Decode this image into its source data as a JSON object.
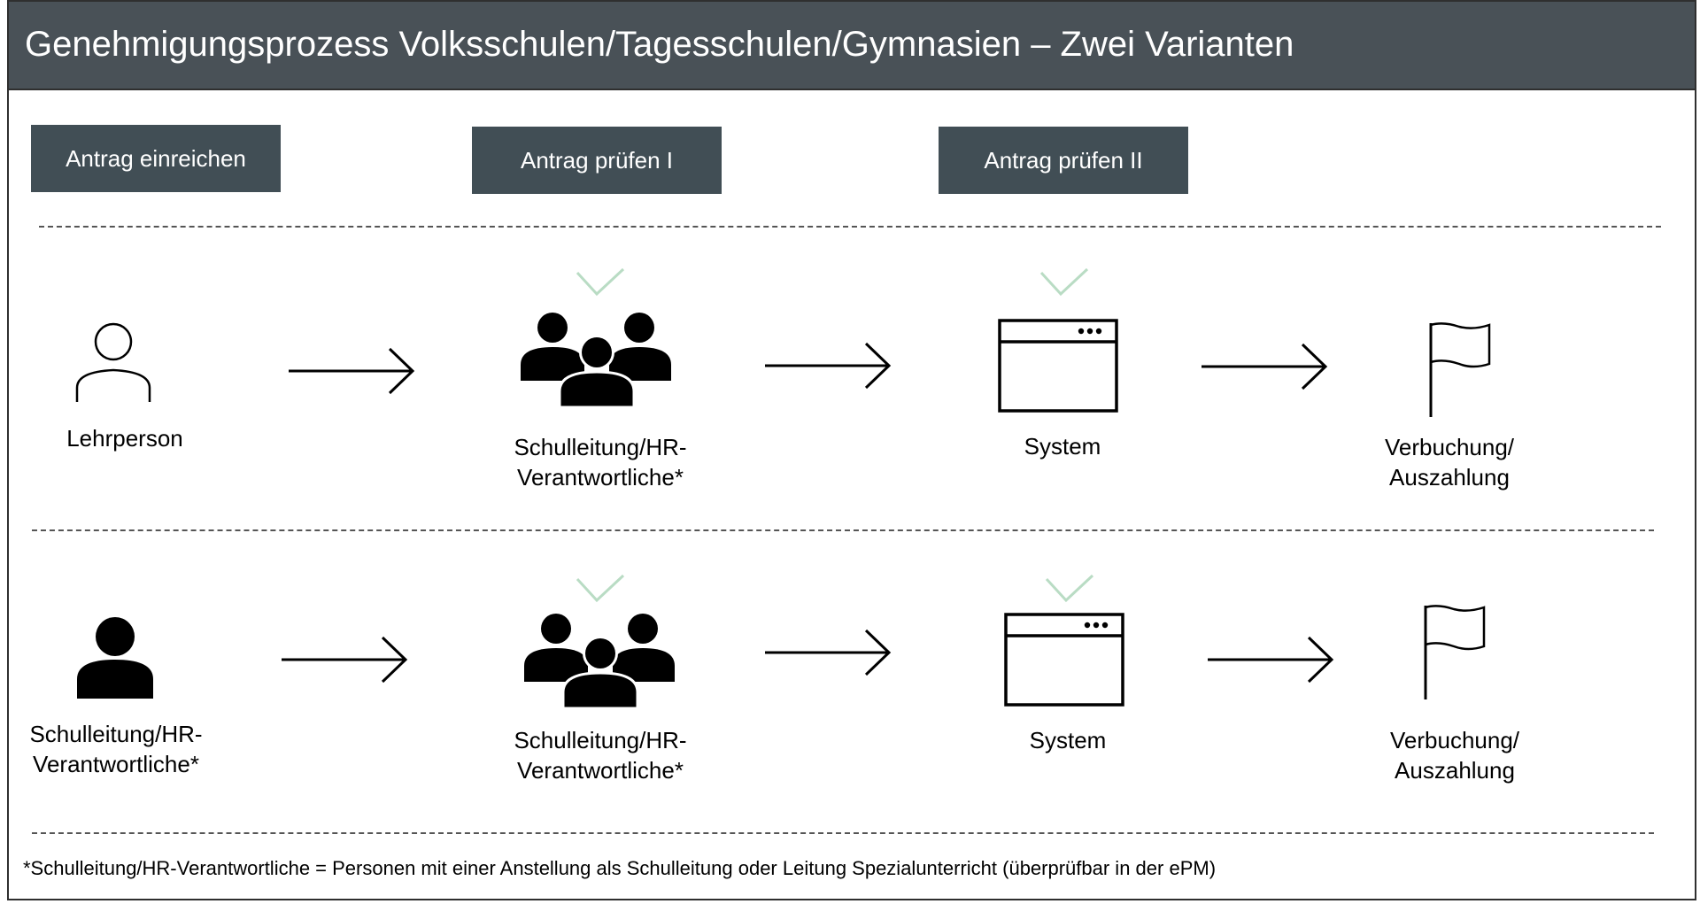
{
  "title": "Genehmigungsprozess Volksschulen/Tagesschulen/Gymnasien – Zwei Varianten",
  "steps": [
    {
      "label": "Antrag einreichen"
    },
    {
      "label": "Antrag prüfen I"
    },
    {
      "label": "Antrag prüfen II"
    }
  ],
  "variant1": {
    "actor1": "Lehrperson",
    "actor2_line1": "Schulleitung/HR-",
    "actor2_line2": "Verantwortliche*",
    "actor3": "System",
    "actor4_line1": "Verbuchung/",
    "actor4_line2": "Auszahlung"
  },
  "variant2": {
    "actor1_line1": "Schulleitung/HR-",
    "actor1_line2": "Verantwortliche*",
    "actor2_line1": "Schulleitung/HR-",
    "actor2_line2": "Verantwortliche*",
    "actor3": "System",
    "actor4_line1": "Verbuchung/",
    "actor4_line2": "Auszahlung"
  },
  "footnote": "*Schulleitung/HR-Verantwortliche = Personen mit einer Anstellung als Schulleitung oder Leitung Spezialunterricht (überprüfbar in der ePM)",
  "colors": {
    "title_bg": "#495157",
    "step_bg": "#414e55",
    "check": "#b9dcc4"
  },
  "icons": [
    "user-outline-icon",
    "group-icon",
    "browser-window-icon",
    "flag-icon",
    "user-filled-icon",
    "arrow-right-icon",
    "checkmark-icon"
  ]
}
